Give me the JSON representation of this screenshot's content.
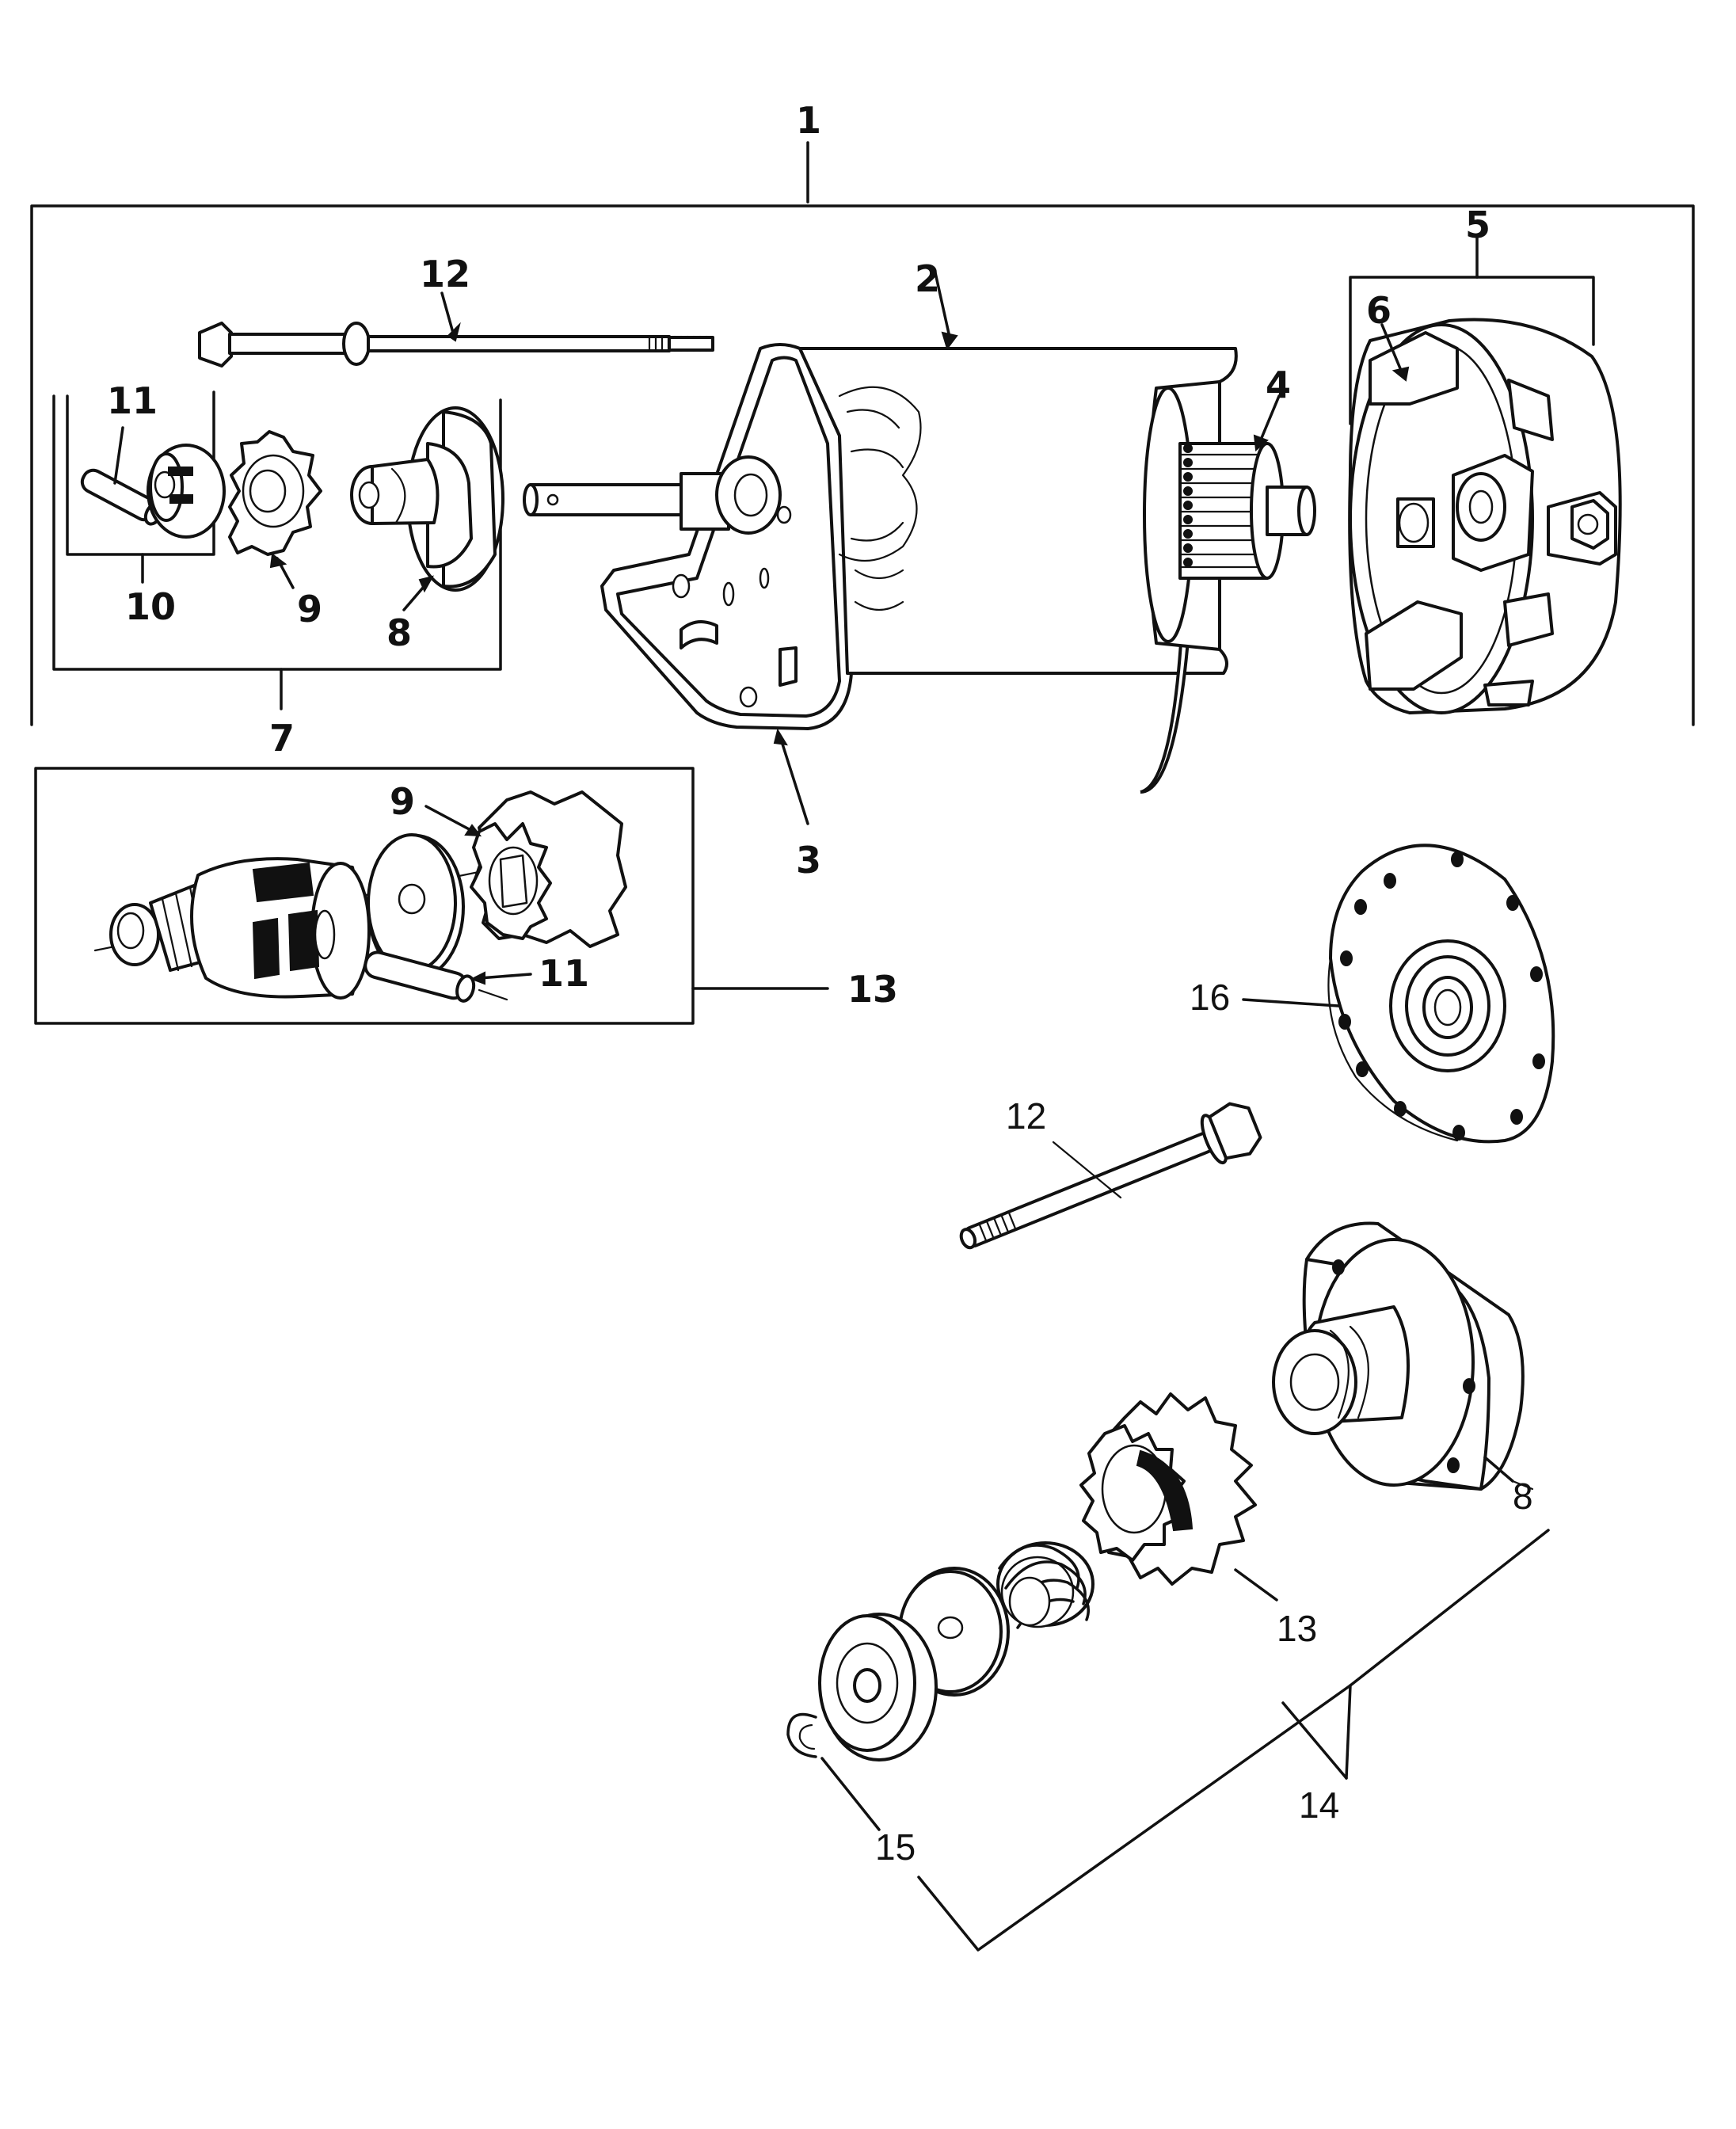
{
  "diagram": {
    "upper_callouts": [
      {
        "id": "c1",
        "label": "1"
      },
      {
        "id": "c2",
        "label": "2"
      },
      {
        "id": "c3",
        "label": "3"
      },
      {
        "id": "c4",
        "label": "4"
      },
      {
        "id": "c5",
        "label": "5"
      },
      {
        "id": "c6",
        "label": "6"
      },
      {
        "id": "c7",
        "label": "7"
      },
      {
        "id": "c8",
        "label": "8"
      },
      {
        "id": "c9",
        "label": "9"
      },
      {
        "id": "c10",
        "label": "10"
      },
      {
        "id": "c11",
        "label": "11"
      },
      {
        "id": "c12",
        "label": "12"
      }
    ],
    "inset_callouts": [
      {
        "id": "i9",
        "label": "9"
      },
      {
        "id": "i11",
        "label": "11"
      },
      {
        "id": "i13",
        "label": "13"
      }
    ],
    "lower_callouts": [
      {
        "id": "l8",
        "label": "8"
      },
      {
        "id": "l12",
        "label": "12"
      },
      {
        "id": "l13",
        "label": "13"
      },
      {
        "id": "l14",
        "label": "14"
      },
      {
        "id": "l15",
        "label": "15"
      },
      {
        "id": "l16",
        "label": "16"
      }
    ]
  }
}
